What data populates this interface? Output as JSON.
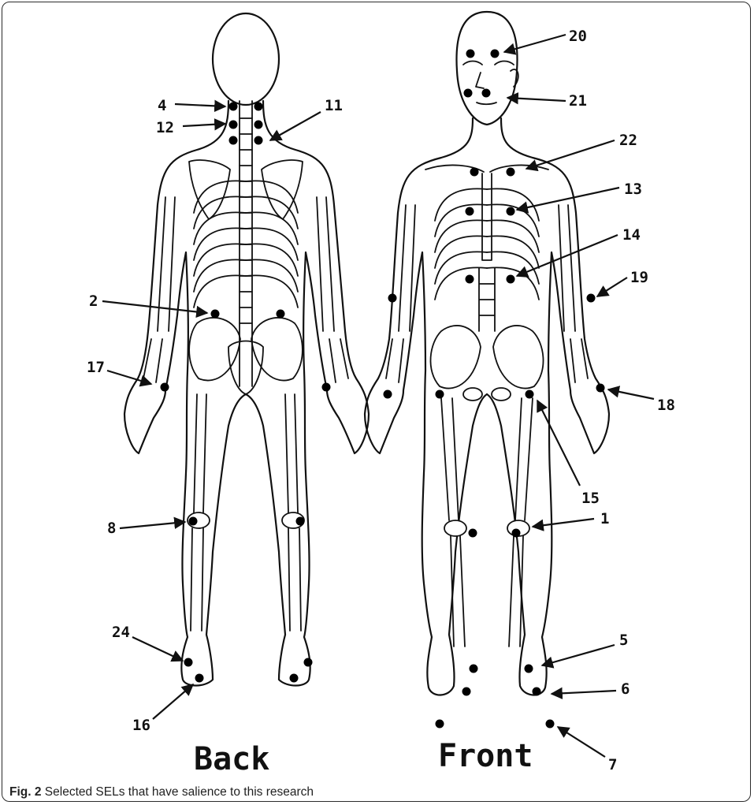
{
  "figure": {
    "view_labels": {
      "back": "Back",
      "front": "Front"
    },
    "caption_prefix": "Fig. 2",
    "caption_text": "Selected SELs that have salience to this research"
  },
  "back_labels": [
    "4",
    "12",
    "11",
    "2",
    "17",
    "8",
    "24",
    "16"
  ],
  "front_labels": [
    "20",
    "21",
    "22",
    "13",
    "14",
    "19",
    "18",
    "15",
    "1",
    "5",
    "6",
    "7"
  ]
}
